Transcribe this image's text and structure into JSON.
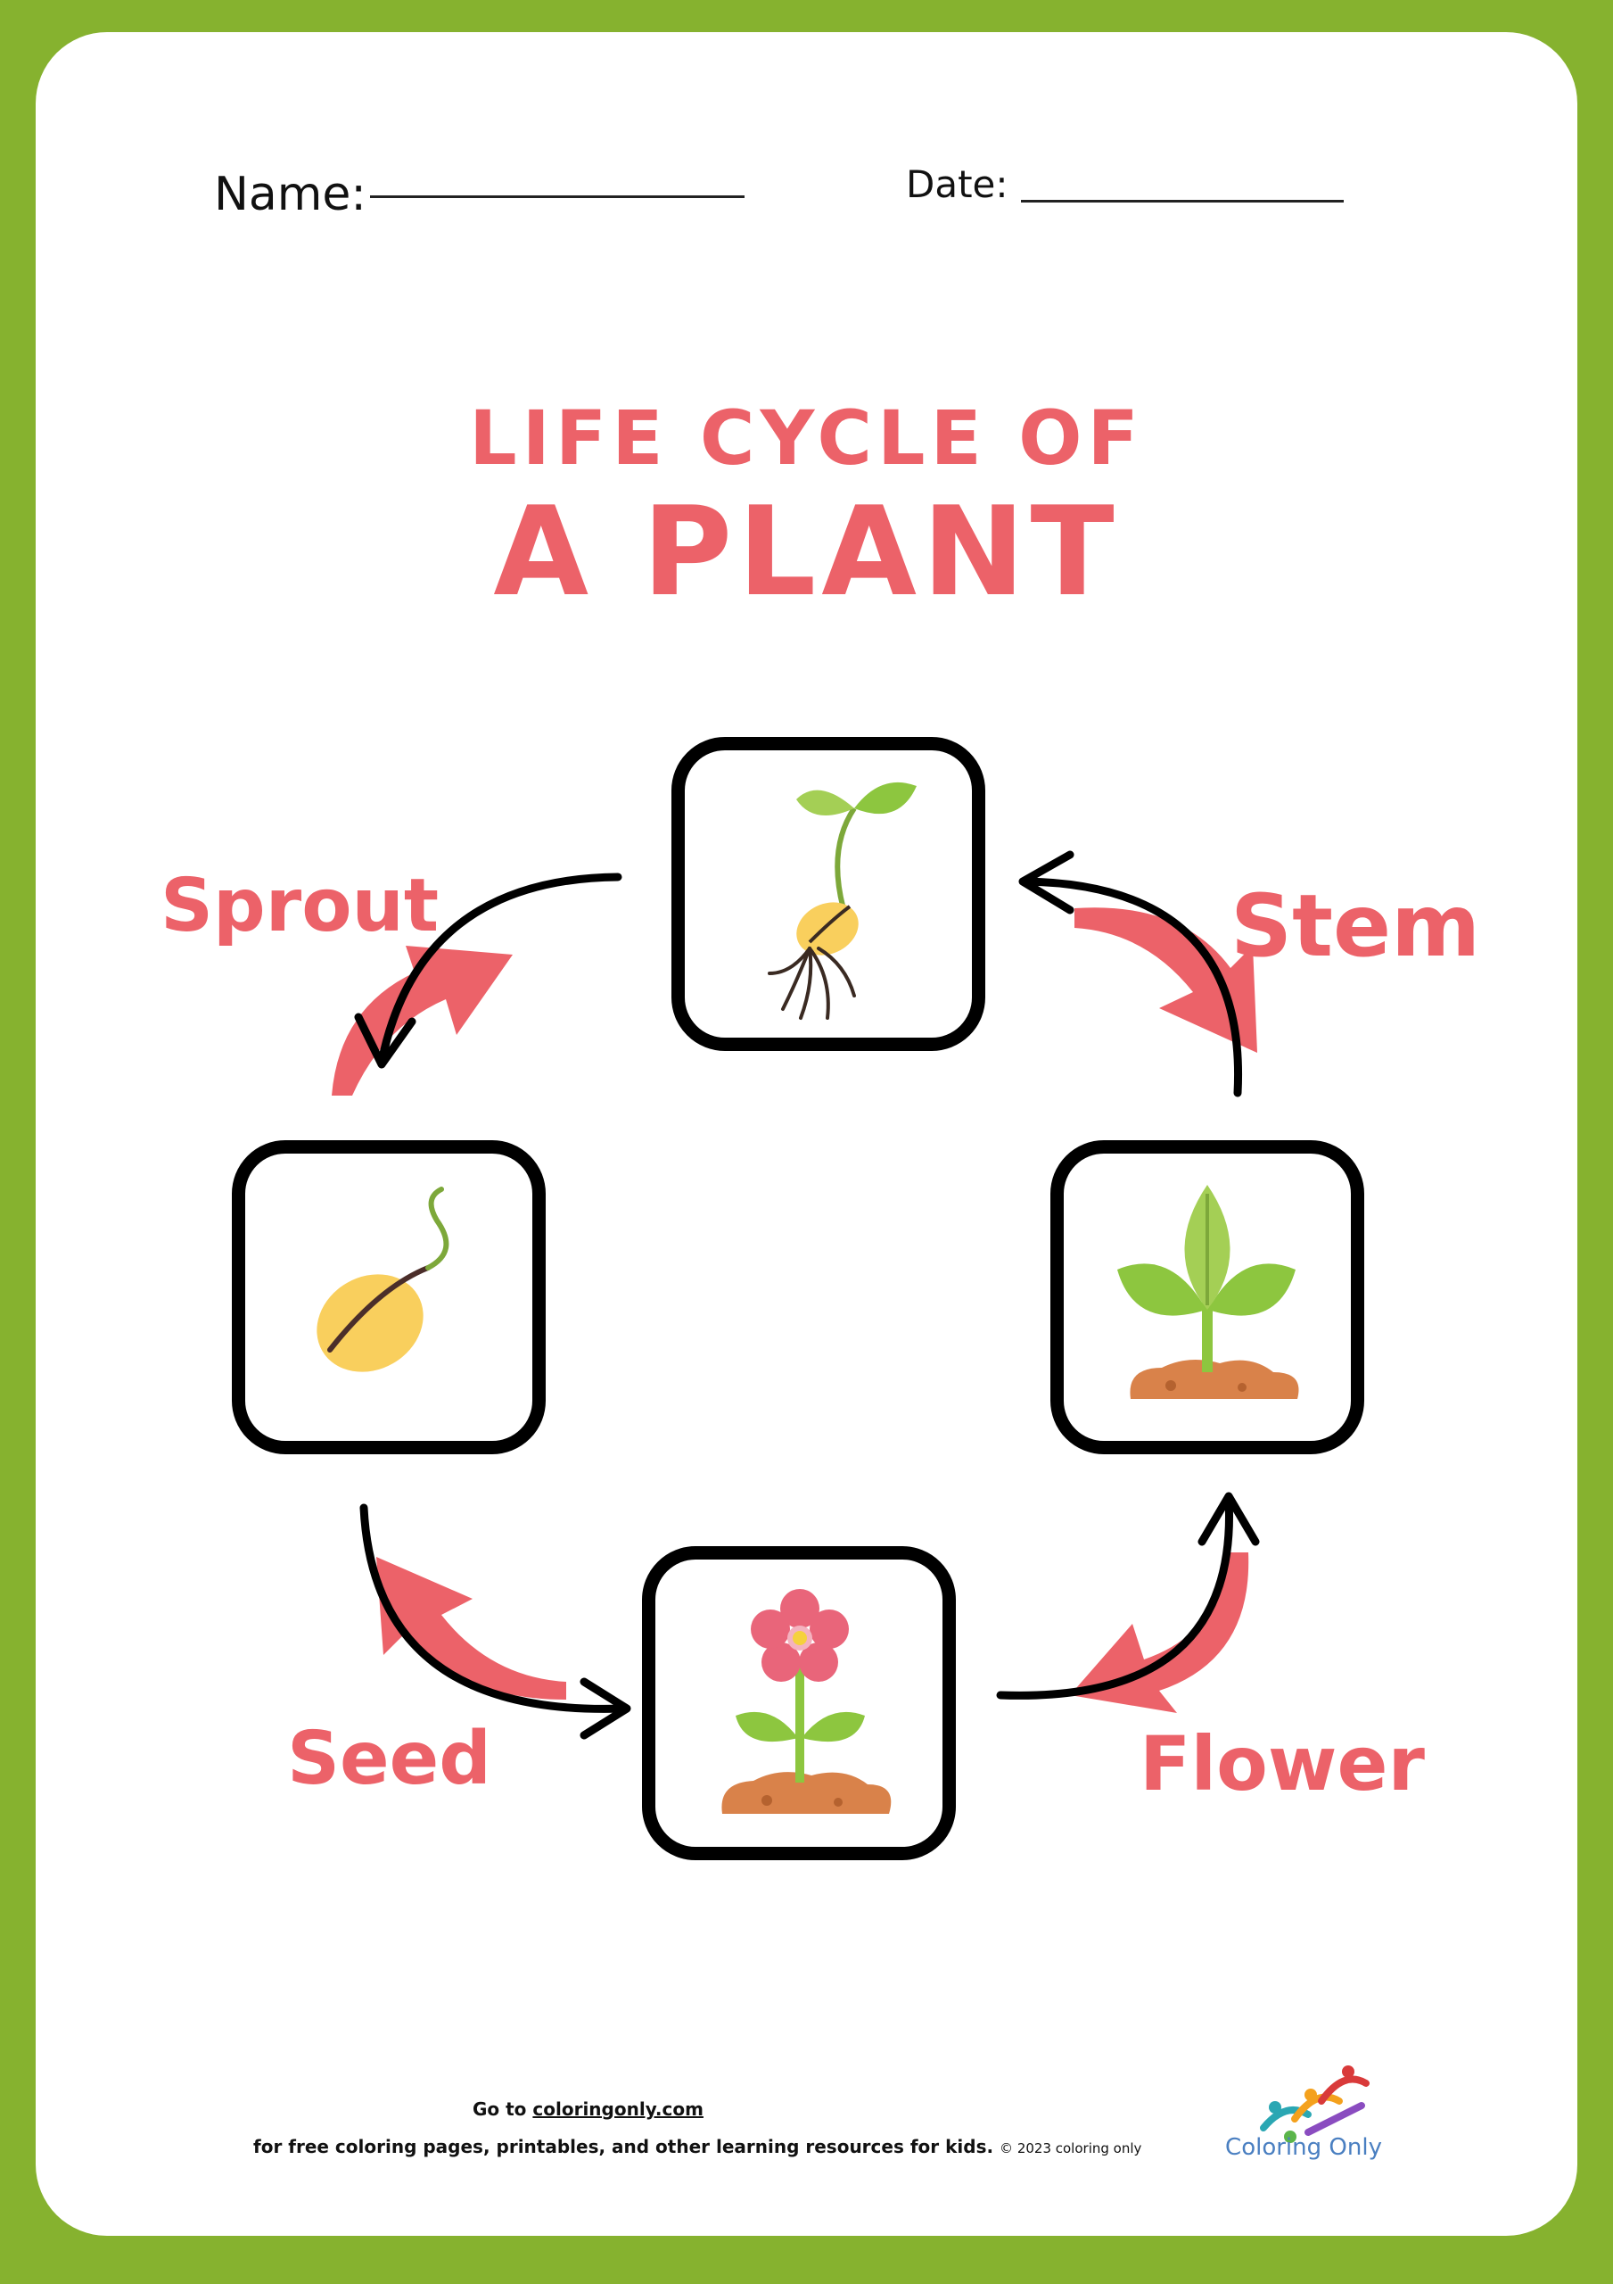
{
  "header": {
    "name_label": "Name:",
    "date_label": "Date:"
  },
  "title": {
    "line1": "LIFE CYCLE OF",
    "line2": "A PLANT"
  },
  "stages": {
    "sprout": "Sprout",
    "stem": "Stem",
    "seed": "Seed",
    "flower": "Flower"
  },
  "boxes": {
    "top": "sprout-illustration",
    "left": "seed-illustration",
    "right": "seedling-illustration",
    "bottom": "flowering-plant-illustration"
  },
  "colors": {
    "frame": "#86b22f",
    "accent": "#ec6269",
    "seed": "#f9cf5d",
    "leaf": "#8dc63f",
    "soil": "#d9824a",
    "petal": "#e9657a"
  },
  "footer": {
    "go_to": "Go to ",
    "site": "coloringonly.com",
    "tagline": "for free coloring pages, printables, and other learning resources for kids.",
    "copyright": "© 2023 coloring only",
    "logo_text": "Coloring Only"
  }
}
